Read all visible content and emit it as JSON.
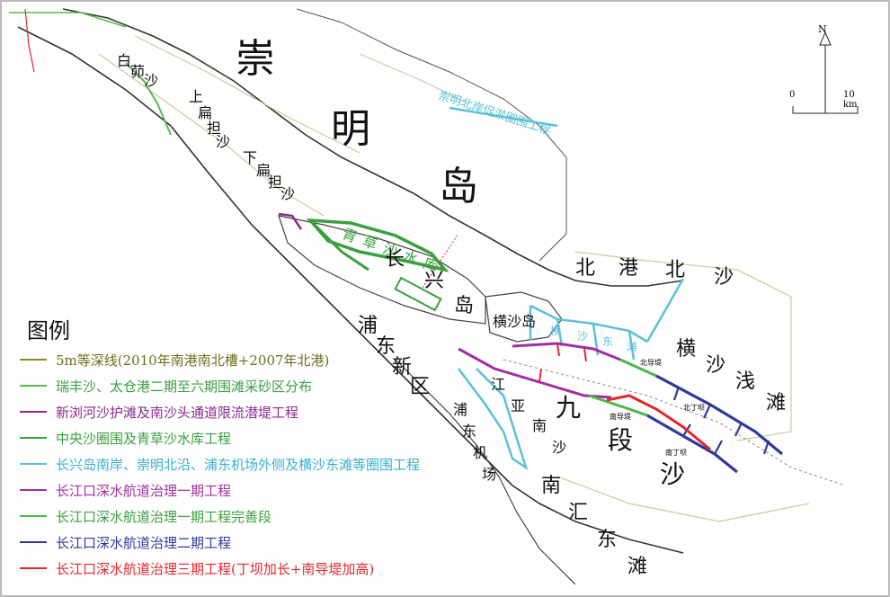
{
  "map": {
    "places": {
      "chongming_1": "崇",
      "chongming_2": "明",
      "chongming_3": "岛",
      "baimaosha_1": "白",
      "baimaosha_2": "茆",
      "baimaosha_3": "沙",
      "shangbiandan_1": "上",
      "shangbiandan_2": "扁",
      "shangbiandan_3": "担",
      "shangbiandan_4": "沙",
      "xiabiandan_1": "下",
      "xiabiandan_2": "扁",
      "xiabiandan_3": "担",
      "xiabiandan_4": "沙",
      "qingcaosha": "青草沙水库",
      "changxing_1": "长",
      "changxing_2": "兴",
      "changxing_3": "岛",
      "beigangbeisha_1": "北",
      "beigangbeisha_2": "港",
      "beigangbeisha_3": "北",
      "beigangbeisha_4": "沙",
      "hengshadao": "横沙岛",
      "hengshaqiantan_1": "横",
      "hengshaqiantan_2": "沙",
      "hengshaqiantan_3": "浅",
      "hengshaqiantan_4": "滩",
      "pudongxinqu_1": "浦",
      "pudongxinqu_2": "东",
      "pudongxinqu_3": "新",
      "pudongxinqu_4": "区",
      "pudongjichang_1": "浦",
      "pudongjichang_2": "东",
      "pudongjichang_3": "机",
      "pudongjichang_4": "场",
      "jiangyanan_1": "江",
      "jiangyanan_2": "亚",
      "jiangyanan_3": "南",
      "jiangyanan_4": "沙",
      "jiuduansha_1": "九",
      "jiuduansha_2": "段",
      "jiuduansha_3": "沙",
      "nanhuidongtan_1": "南",
      "nanhuidongtan_2": "汇",
      "nanhuidongtan_3": "东",
      "nanhuidongtan_4": "滩",
      "chongming_north_project": "崇明北岸促淤圈围工程",
      "hengsha_dongtan_1": "横",
      "hengsha_dongtan_2": "沙",
      "hengsha_dongtan_3": "东",
      "hengsha_dongtan_4": "滩",
      "beidao_di": "北导堤",
      "nandao_di": "南导堤",
      "nanding_ba": "南丁坝",
      "beiding_ba": "北丁坝"
    },
    "scale": {
      "north": "N",
      "zero": "0",
      "ten": "10 km"
    },
    "legend": {
      "title": "图例",
      "items": [
        {
          "label": "5m等深线(2010年南港南北槽+2007年北港)",
          "color": "#8a8a2a",
          "text_color": "#6e6e1e"
        },
        {
          "label": "瑞丰沙、太仓港二期至六期围滩采砂区分布",
          "color": "#5db84f",
          "text_color": "#3aa040"
        },
        {
          "label": "新浏河沙护滩及南沙头通道限流潜堤工程",
          "color": "#8a2a8f",
          "text_color": "#8a2a8f"
        },
        {
          "label": "中央沙圈围及青草沙水库工程",
          "color": "#3aa040",
          "text_color": "#3aa040"
        },
        {
          "label": "长兴岛南岸、崇明北沿、浦东机场外侧及横沙东滩等圈围工程",
          "color": "#5bc0d8",
          "text_color": "#39b0d0"
        },
        {
          "label": "长江口深水航道治理一期工程",
          "color": "#a02fa0",
          "text_color": "#a02fa0"
        },
        {
          "label": "长江口深水航道治理一期工程完善段",
          "color": "#4cb84a",
          "text_color": "#3aa040"
        },
        {
          "label": "长江口深水航道治理二期工程",
          "color": "#2c3a99",
          "text_color": "#2c3a99"
        },
        {
          "label": "长江口深水航道治理三期工程(丁坝加长+南导堤加高)",
          "color": "#e2262b",
          "text_color": "#e2262b"
        }
      ]
    }
  }
}
